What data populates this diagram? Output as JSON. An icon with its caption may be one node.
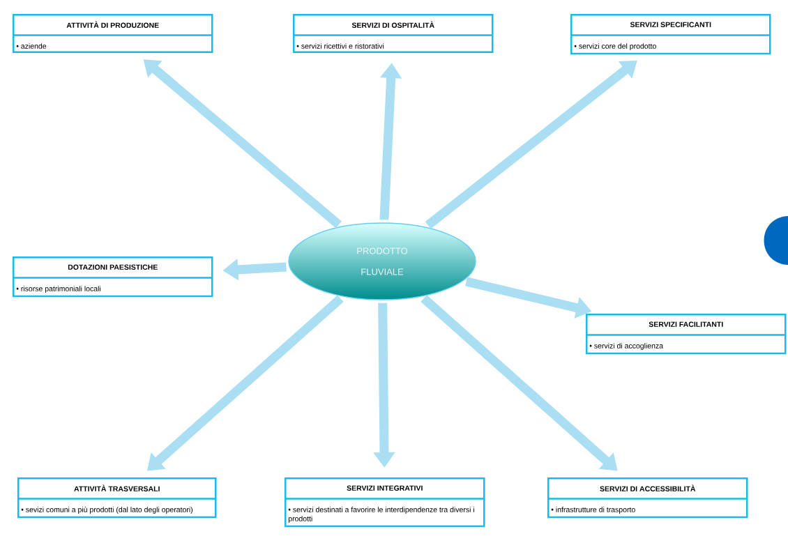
{
  "diagram": {
    "nodes": [
      {
        "text": [
          "ATTIVITÀ DI PRODUZIONE",
          "• aziende"
        ]
      },
      {
        "text": [
          "SERVIZI DI OSPITALITÀ",
          "• servizi ricettivi e ristorativi"
        ]
      },
      {
        "text": [
          "SERVIZI SPECIFICANTI",
          "• servizi core del prodotto"
        ]
      },
      {
        "text": [
          "DOTAZIONI PAESISTICHE",
          "• risorse patrimoniali locali"
        ]
      },
      {
        "text": [
          "PRODOTTO FLUVIALE"
        ]
      },
      {
        "text": [
          "SERVIZI FACILITANTI",
          "• servizi di accoglienza"
        ]
      },
      {
        "text": [
          "ATTIVITÀ TRASVERSALI",
          "• sevizi comuni a più prodotti (dal lato degli operatori)"
        ]
      },
      {
        "text": [
          "SERVIZI INTEGRATIVI",
          "• servizi destinati a favorire le interdipendenze tra diversi i prodotti"
        ]
      },
      {
        "text": [
          "SERVIZI DI ACCESSIBILITÀ",
          "• infrastrutture di trasporto"
        ]
      }
    ],
    "edges": [
      {
        "from": 4,
        "to": 0,
        "arrow": "to"
      },
      {
        "from": 4,
        "to": 1,
        "arrow": "to"
      },
      {
        "from": 4,
        "to": 2,
        "arrow": "to"
      },
      {
        "from": 4,
        "to": 3,
        "arrow": "to"
      },
      {
        "from": 4,
        "to": 5,
        "arrow": "to"
      },
      {
        "from": 4,
        "to": 6,
        "arrow": "to"
      },
      {
        "from": 4,
        "to": 7,
        "arrow": "to"
      },
      {
        "from": 4,
        "to": 8,
        "arrow": "to"
      }
    ]
  }
}
